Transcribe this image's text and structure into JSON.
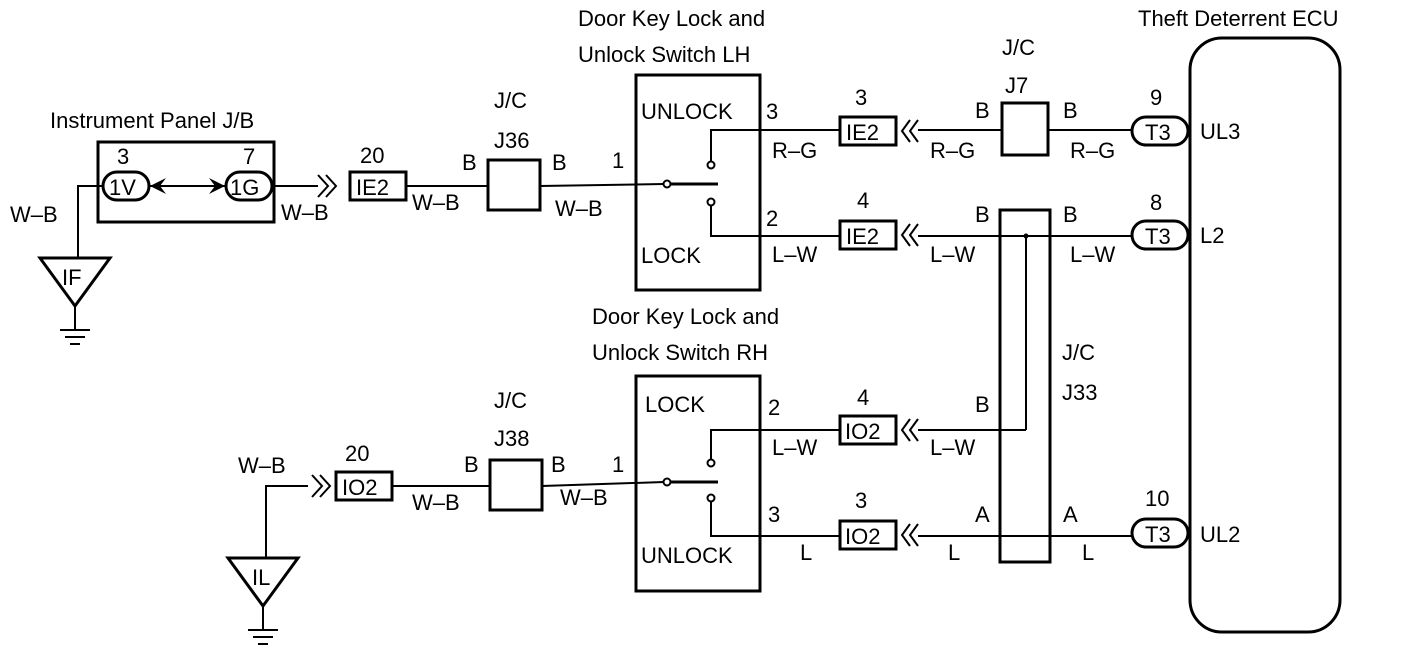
{
  "labels": {
    "ecu": "Theft Deterrent ECU",
    "lh_switch_1": "Door Key Lock and",
    "lh_switch_2": "Unlock Switch LH",
    "rh_switch_1": "Door Key Lock and",
    "rh_switch_2": "Unlock Switch RH",
    "ip_jb": "Instrument Panel J/B",
    "unlock": "UNLOCK",
    "lock": "LOCK",
    "jc": "J/C"
  },
  "junctions": {
    "j36": "J36",
    "j7": "J7",
    "j33": "J33",
    "j38": "J38"
  },
  "grounds": {
    "if": "IF",
    "il": "IL"
  },
  "connectors": {
    "ie2": "IE2",
    "io2": "IO2",
    "t3": "T3",
    "c1v": "1V",
    "c1g": "1G"
  },
  "pins": {
    "p3": "3",
    "p7": "7",
    "p20": "20",
    "p1": "1",
    "p2": "2",
    "p4": "4",
    "p9": "9",
    "p8": "8",
    "p10": "10",
    "b": "B",
    "a": "A"
  },
  "ecu_terminals": {
    "ul3": "UL3",
    "l2": "L2",
    "ul2": "UL2"
  },
  "wires": {
    "wb": "W–B",
    "rg": "R–G",
    "lw": "L–W",
    "l": "L"
  }
}
